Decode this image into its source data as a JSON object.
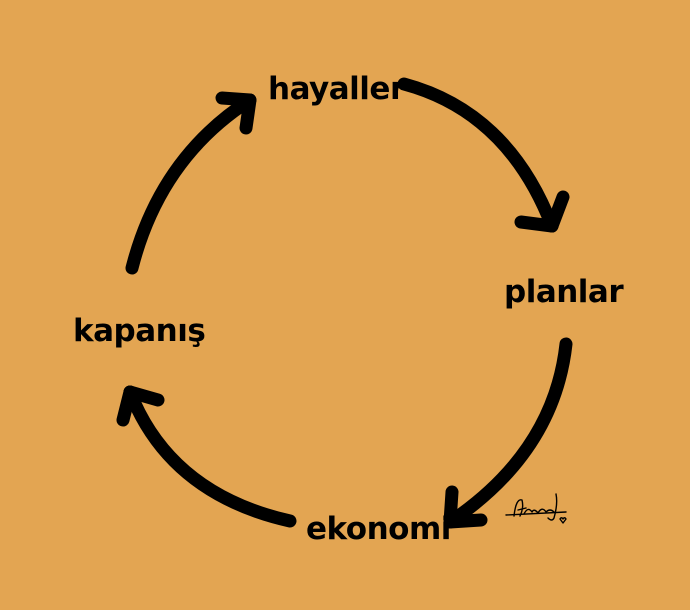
{
  "diagram": {
    "background_color": "#E3A552",
    "ink_color": "#000000",
    "nodes": [
      {
        "id": "hayaller",
        "label": "hayaller"
      },
      {
        "id": "planlar",
        "label": "planlar"
      },
      {
        "id": "ekonomi",
        "label": "ekonomi"
      },
      {
        "id": "kapanis",
        "label": "kapanış"
      }
    ],
    "edges": [
      {
        "from": "hayaller",
        "to": "planlar"
      },
      {
        "from": "planlar",
        "to": "ekonomi"
      },
      {
        "from": "ekonomi",
        "to": "kapanis"
      },
      {
        "from": "kapanis",
        "to": "hayaller"
      }
    ],
    "signature_icon": "handwritten-signature-with-heart-icon"
  }
}
